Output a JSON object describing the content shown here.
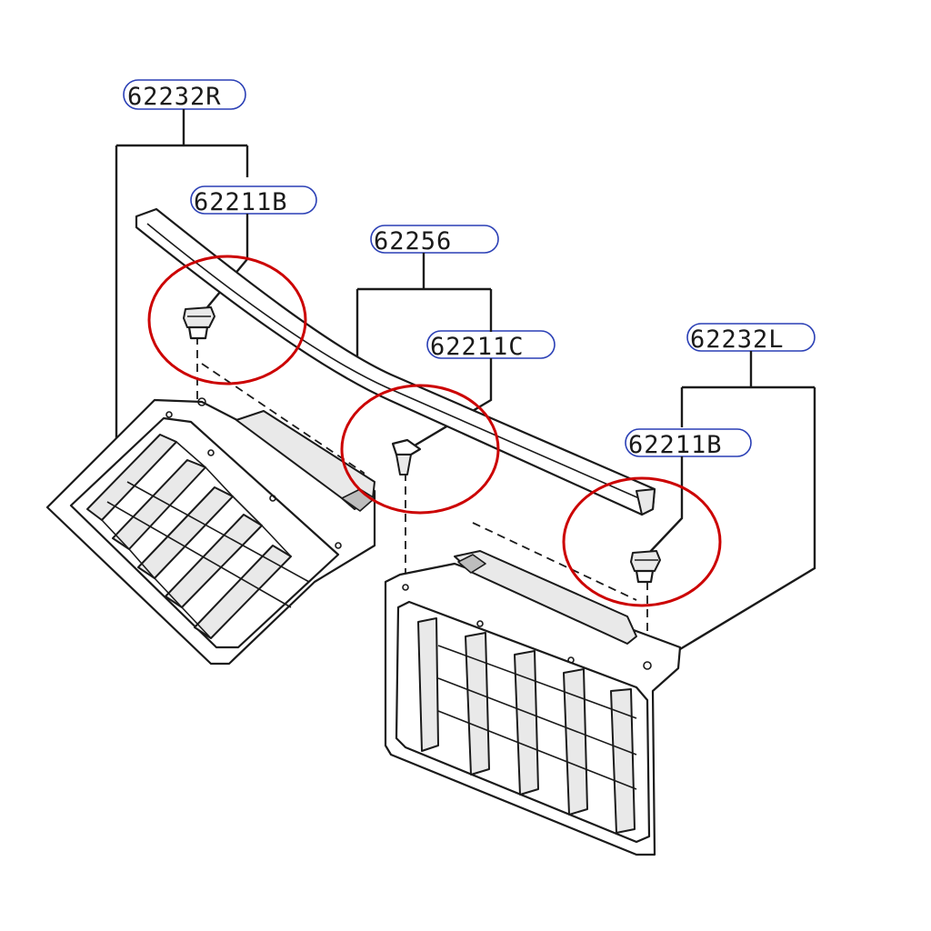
{
  "parts": {
    "grille_right": {
      "number": "62232R"
    },
    "clip_right": {
      "number": "62211B"
    },
    "molding": {
      "number": "62256"
    },
    "clip_center": {
      "number": "62211C"
    },
    "grille_left": {
      "number": "62232L"
    },
    "clip_left": {
      "number": "62211B"
    }
  },
  "colors": {
    "label_outline": "#2a3fb5",
    "highlight_circle": "#cc0000",
    "line": "#1a1a1a"
  }
}
